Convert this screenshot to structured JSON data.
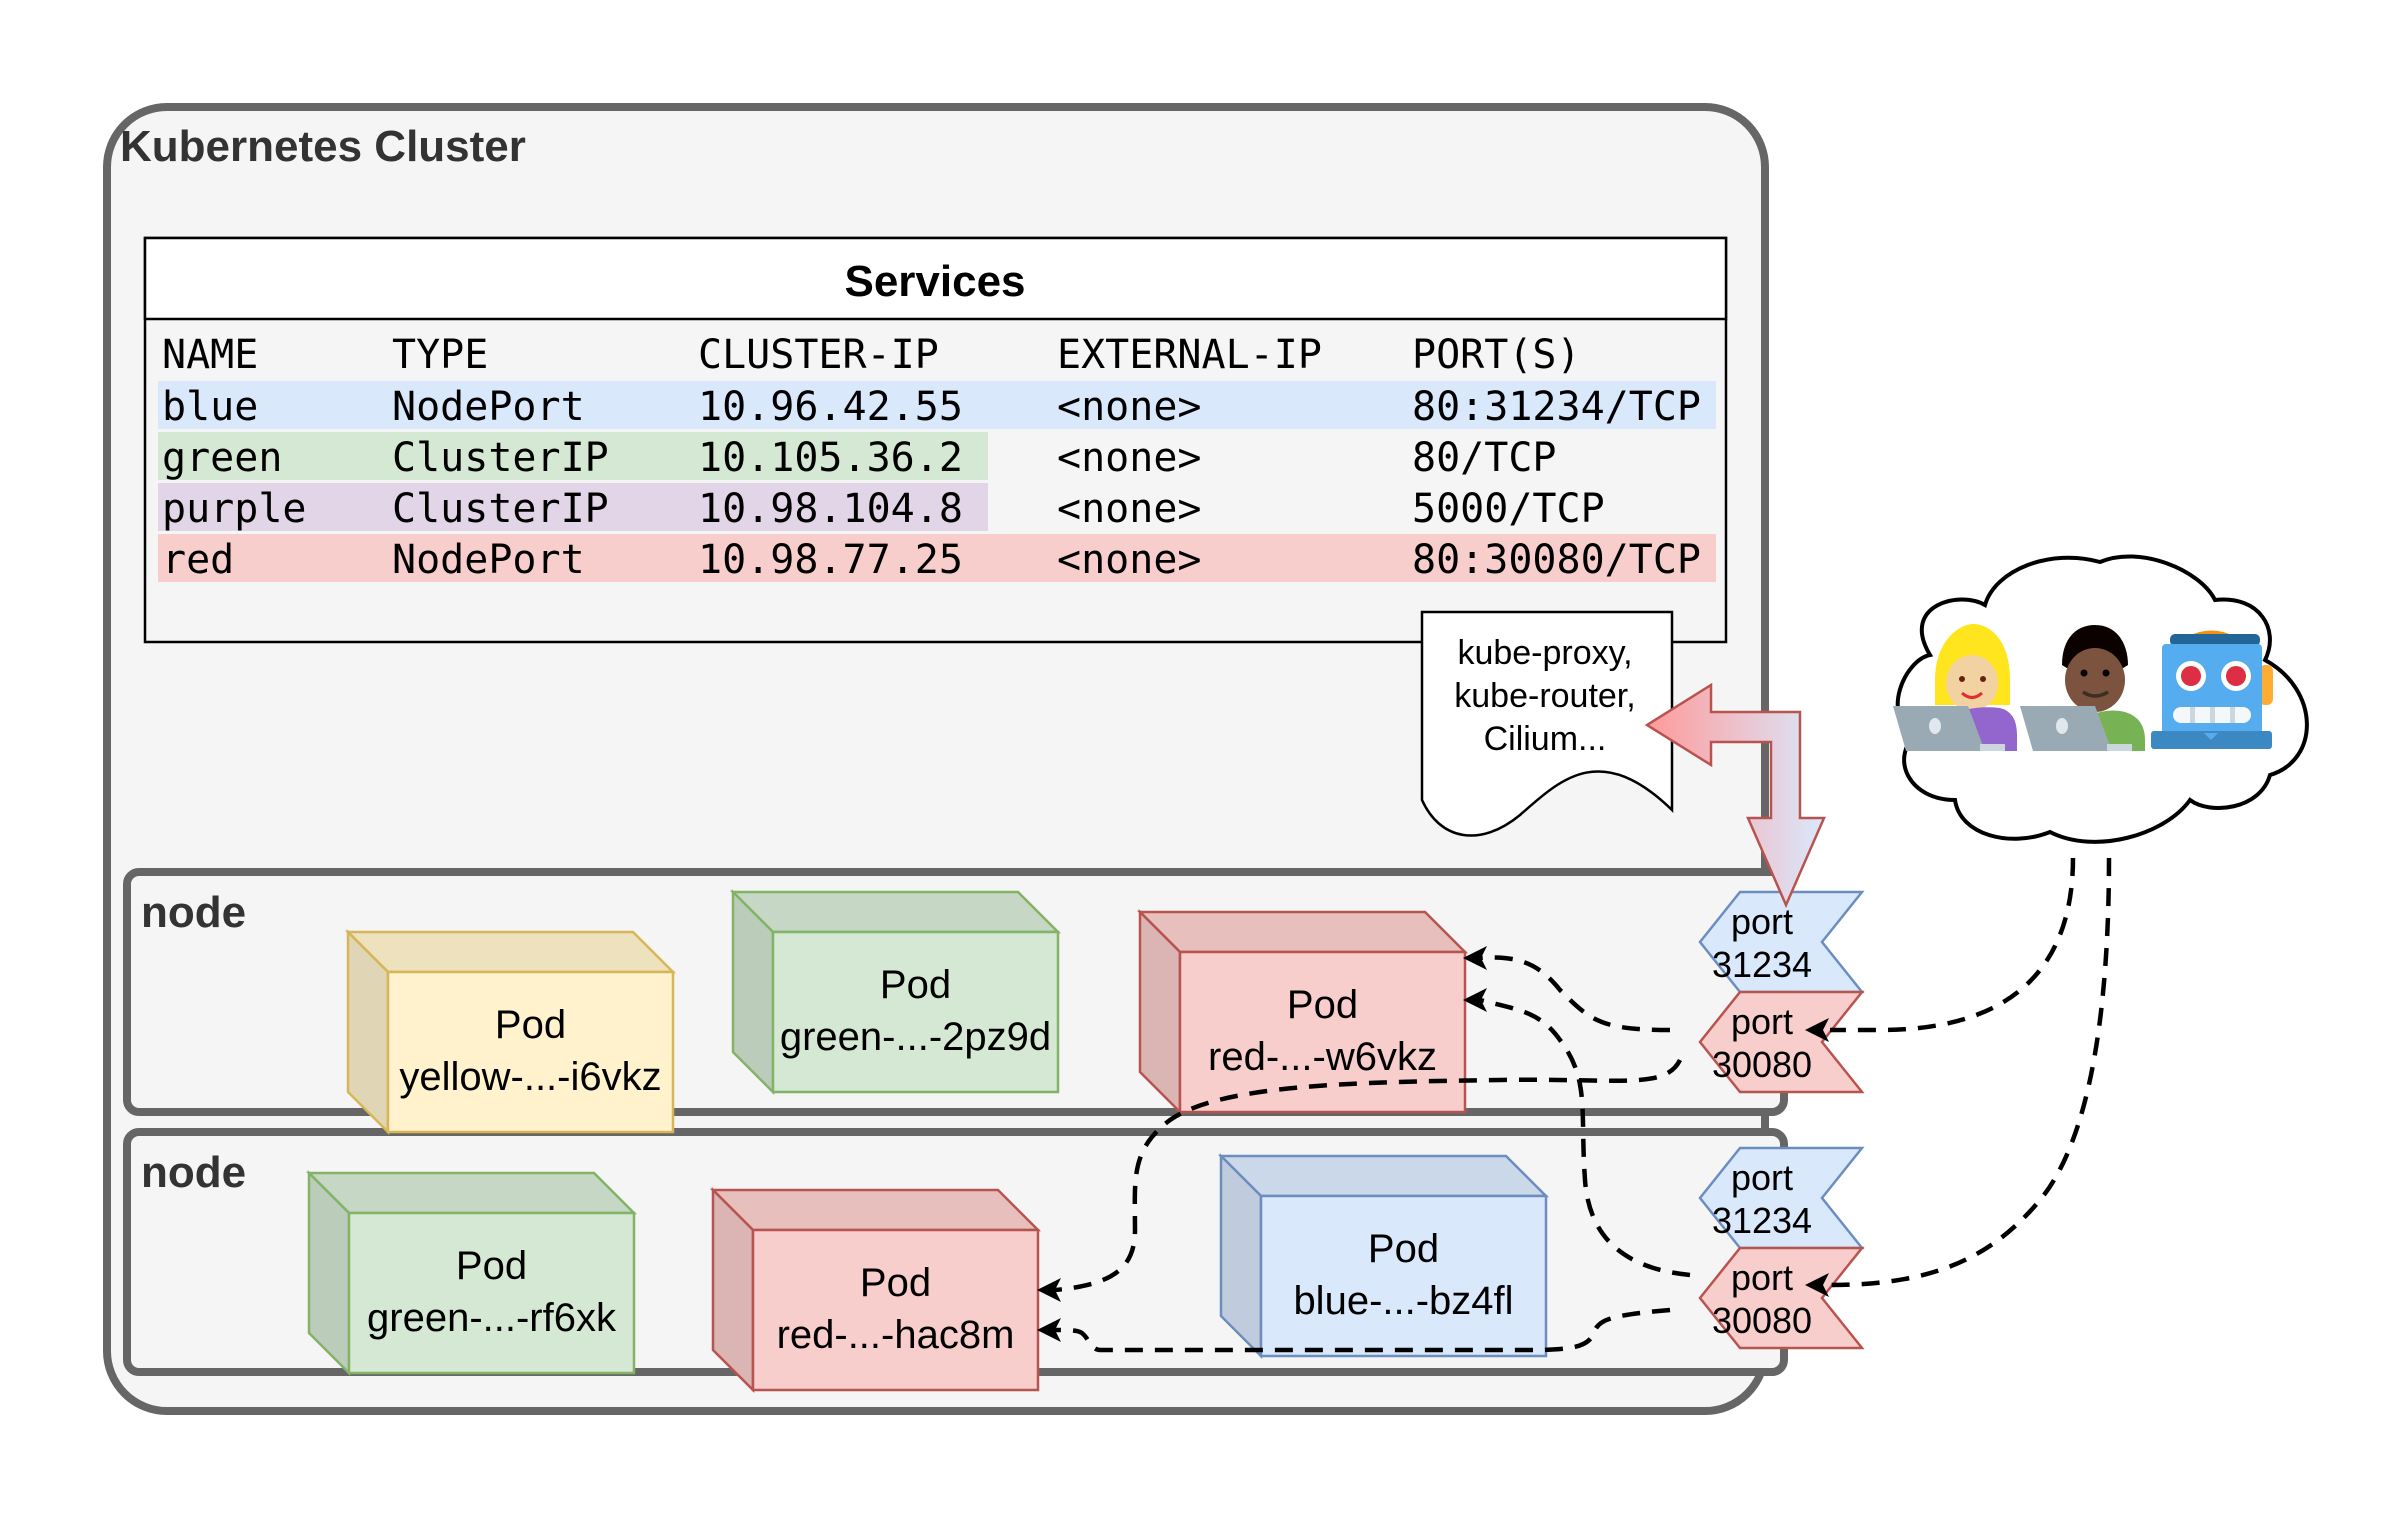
{
  "cluster": {
    "title": "Kubernetes Cluster"
  },
  "services": {
    "title": "Services",
    "columns": [
      "NAME",
      "TYPE",
      "CLUSTER-IP",
      "EXTERNAL-IP",
      "PORT(S)"
    ],
    "rows": [
      {
        "name": "blue",
        "type": "NodePort",
        "cluster_ip": "10.96.42.55",
        "external_ip": "<none>",
        "ports": "80:31234/TCP",
        "highlight": "#dae8fc",
        "full_width": true
      },
      {
        "name": "green",
        "type": "ClusterIP",
        "cluster_ip": "10.105.36.2",
        "external_ip": "<none>",
        "ports": "80/TCP",
        "highlight": "#d5e8d4",
        "full_width": false
      },
      {
        "name": "purple",
        "type": "ClusterIP",
        "cluster_ip": "10.98.104.8",
        "external_ip": "<none>",
        "ports": "5000/TCP",
        "highlight": "#e1d5e7",
        "full_width": false
      },
      {
        "name": "red",
        "type": "NodePort",
        "cluster_ip": "10.98.77.25",
        "external_ip": "<none>",
        "ports": "80:30080/TCP",
        "highlight": "#f8cecc",
        "full_width": true
      }
    ]
  },
  "proxy_note": {
    "lines": [
      "kube-proxy,",
      "kube-router,",
      "Cilium..."
    ]
  },
  "nodes": [
    {
      "title": "node",
      "pods": [
        {
          "label": "Pod",
          "name": "yellow-...-i6vkz",
          "color": "yellow"
        },
        {
          "label": "Pod",
          "name": "green-...-2pz9d",
          "color": "green"
        },
        {
          "label": "Pod",
          "name": "red-...-w6vkz",
          "color": "red"
        }
      ],
      "ports": [
        {
          "label": "port",
          "number": "31234",
          "color": "blue"
        },
        {
          "label": "port",
          "number": "30080",
          "color": "red"
        }
      ]
    },
    {
      "title": "node",
      "pods": [
        {
          "label": "Pod",
          "name": "green-...-rf6xk",
          "color": "green"
        },
        {
          "label": "Pod",
          "name": "red-...-hac8m",
          "color": "red"
        },
        {
          "label": "Pod",
          "name": "blue-...-bz4fl",
          "color": "blue"
        }
      ],
      "ports": [
        {
          "label": "port",
          "number": "31234",
          "color": "blue"
        },
        {
          "label": "port",
          "number": "30080",
          "color": "red"
        }
      ]
    }
  ],
  "clients": {
    "icons": [
      "woman-technologist-icon",
      "man-technologist-icon",
      "robot-icon"
    ]
  },
  "palette": {
    "yellow": {
      "fill": "#fff2cc",
      "stroke": "#d6b656"
    },
    "green": {
      "fill": "#d5e8d4",
      "stroke": "#82b366"
    },
    "red": {
      "fill": "#f8cecc",
      "stroke": "#b85450"
    },
    "blue": {
      "fill": "#dae8fc",
      "stroke": "#6c8ebf"
    },
    "frame": "#666666",
    "panel": "#f5f5f5"
  }
}
